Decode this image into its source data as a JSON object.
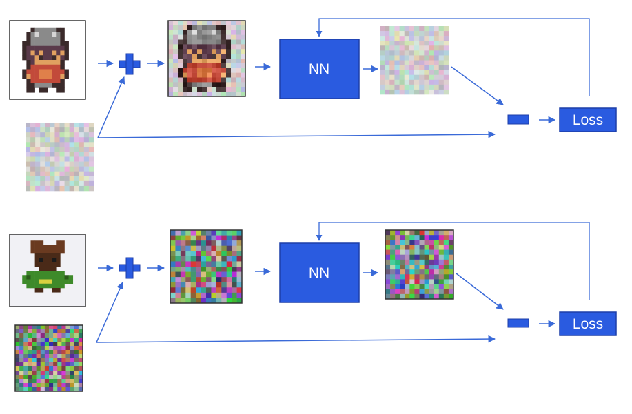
{
  "diagram": {
    "colors": {
      "accent": "#2a5be0",
      "box_border": "#1c3ea8",
      "line": "#3a6ad8",
      "image_border": "#333333"
    },
    "rows": [
      {
        "id": "row-low-noise",
        "nn_label": "NN",
        "loss_label": "Loss",
        "plus_icon": "plus-icon",
        "minus_icon": "minus-icon",
        "noise_level": "low",
        "sprite": "knight-sprite"
      },
      {
        "id": "row-high-noise",
        "nn_label": "NN",
        "loss_label": "Loss",
        "plus_icon": "plus-icon",
        "minus_icon": "minus-icon",
        "noise_level": "high",
        "sprite": "green-sprite"
      }
    ]
  }
}
